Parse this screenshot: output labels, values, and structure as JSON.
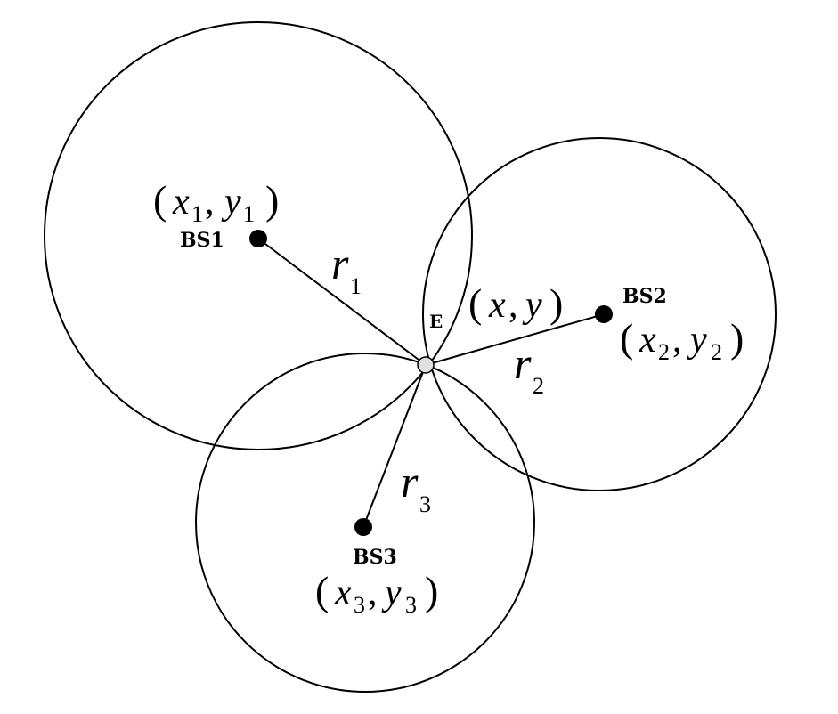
{
  "colors": {
    "stroke": "#000000",
    "background": "#ffffff",
    "point_e_fill": "#e0e0e0"
  },
  "stations": [
    {
      "id": "BS1",
      "label": "BS1",
      "x": "x",
      "y": "y",
      "sub": "1",
      "radius_symbol": "r",
      "radius_sub": "1"
    },
    {
      "id": "BS2",
      "label": "BS2",
      "x": "x",
      "y": "y",
      "sub": "2",
      "radius_symbol": "r",
      "radius_sub": "2"
    },
    {
      "id": "BS3",
      "label": "BS3",
      "x": "x",
      "y": "y",
      "sub": "3",
      "radius_symbol": "r",
      "radius_sub": "3"
    }
  ],
  "target": {
    "label": "E",
    "x": "x",
    "y": "y"
  },
  "glyphs": {
    "open_paren": "(",
    "close_paren": ")",
    "comma": ","
  }
}
